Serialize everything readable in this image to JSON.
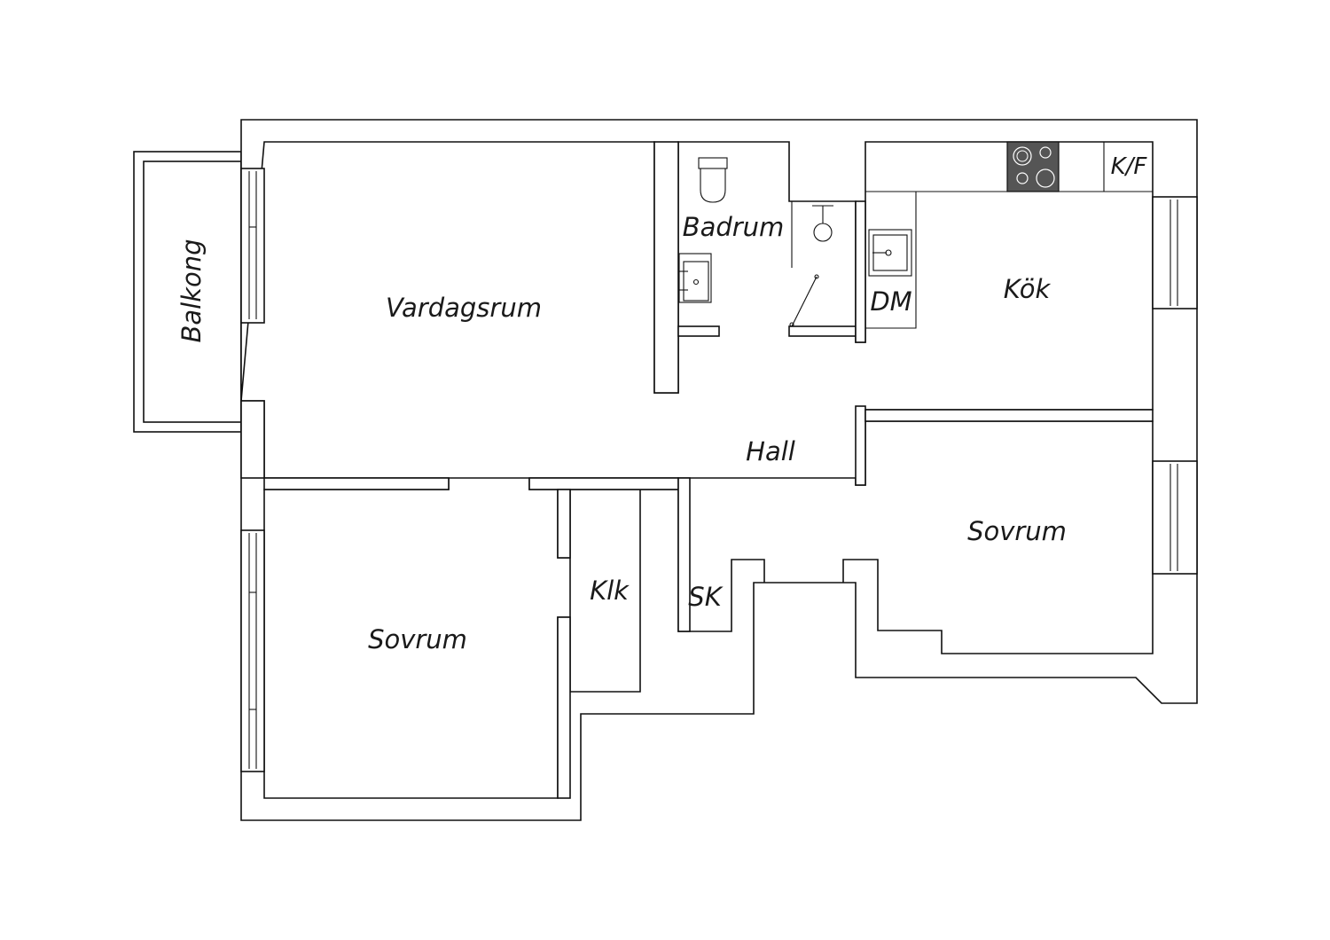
{
  "rooms": {
    "balkong": "Balkong",
    "vardagsrum": "Vardagsrum",
    "badrum": "Badrum",
    "kok": "Kök",
    "dm": "DM",
    "kf": "K/F",
    "hall": "Hall",
    "sovrum_left": "Sovrum",
    "sovrum_right": "Sovrum",
    "klk": "Klk",
    "sk": "SK"
  },
  "colors": {
    "wall_stroke": "#111111",
    "background": "#ffffff",
    "stove": "#555555"
  }
}
